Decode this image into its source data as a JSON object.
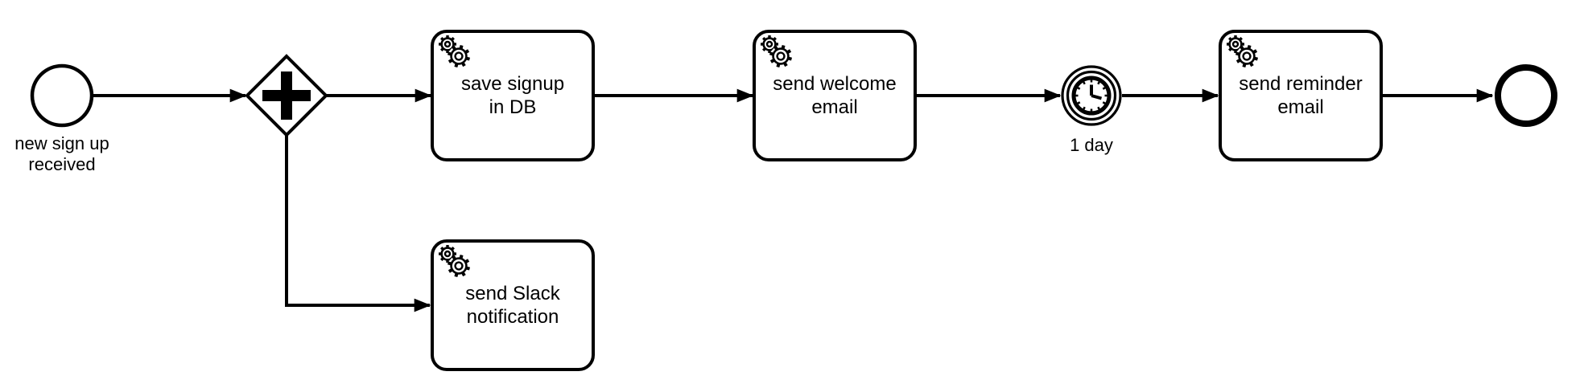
{
  "process": {
    "colors": {
      "stroke": "#000000",
      "fill": "#ffffff"
    },
    "start_event": {
      "type": "start-event",
      "label": "new sign up\nreceived"
    },
    "gateway": {
      "type": "parallel-gateway",
      "symbol": "+"
    },
    "tasks": {
      "save_signup": {
        "type": "service-task",
        "label": "save signup\nin DB"
      },
      "send_welcome": {
        "type": "service-task",
        "label": "send welcome\nemail"
      },
      "send_reminder": {
        "type": "service-task",
        "label": "send reminder\nemail"
      },
      "send_slack": {
        "type": "service-task",
        "label": "send Slack\nnotification"
      }
    },
    "timer_event": {
      "type": "intermediate-timer-catch-event",
      "label": "1 day"
    },
    "end_event": {
      "type": "end-event"
    },
    "flows": [
      {
        "from": "start_event",
        "to": "gateway"
      },
      {
        "from": "gateway",
        "to": "save_signup"
      },
      {
        "from": "gateway",
        "to": "send_slack"
      },
      {
        "from": "save_signup",
        "to": "send_welcome"
      },
      {
        "from": "send_welcome",
        "to": "timer_event"
      },
      {
        "from": "timer_event",
        "to": "send_reminder"
      },
      {
        "from": "send_reminder",
        "to": "end_event"
      }
    ]
  }
}
